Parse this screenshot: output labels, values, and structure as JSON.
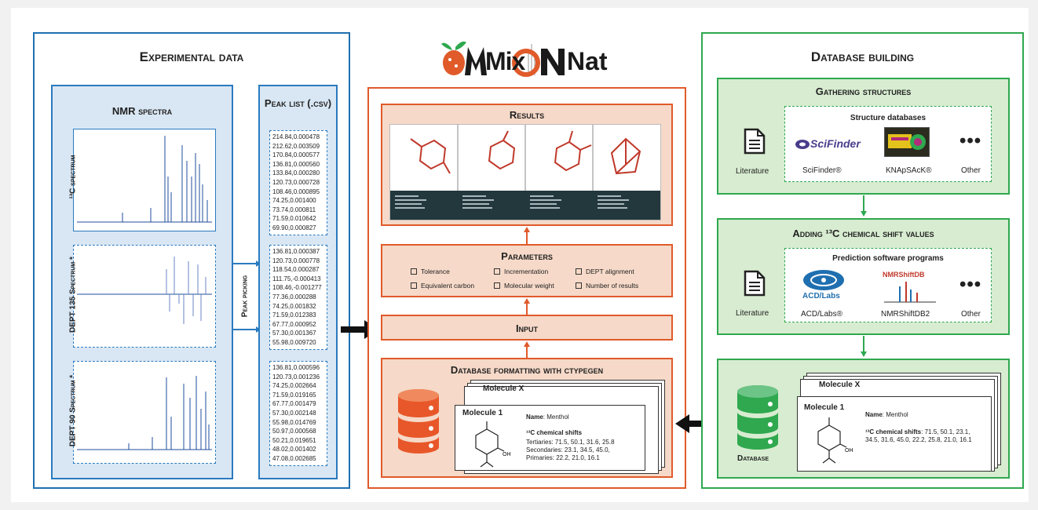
{
  "logo": {
    "text_left": "Mix",
    "text_mid": "O",
    "text_right": "Nat"
  },
  "experimental": {
    "title": "Experimental data",
    "nmr_title": "NMR spectra",
    "spectra": [
      "¹³C spectrum",
      "DEPT 135 Spectrum *",
      "DEPT 90 Spectrum *"
    ],
    "peak_picking": "Peak picking",
    "peak_list_title": "Peak list (.csv)",
    "peak_lists": [
      [
        "214.84,0.000478",
        "212.62,0.003509",
        "170.84,0.000577",
        "136.81,0.000560",
        "133.84,0.000280",
        "120.73,0.000728",
        "108.46,0.000895",
        "74.25,0.001400",
        "73.74,0.000811",
        "71.59,0.010642",
        "69.90,0.000827"
      ],
      [
        "136.81,0.000387",
        "120.73,0.000778",
        "118.54,0.000287",
        "111.75,-0.000413",
        "108.46,-0.001277",
        "77.36,0.000288",
        "74.25,0.001832",
        "71.59,0.012383",
        "67.77,0.000952",
        "57.30,0.001367",
        "55.98,0.009720"
      ],
      [
        "136.81,0.000596",
        "120.73,0.001236",
        "74.25,0.002664",
        "71.59,0.019165",
        "67.77,0.001479",
        "57.30,0.002148",
        "55.98,0.014769",
        "50.97,0.000568",
        "50.21,0.019651",
        "48.02,0.001402",
        "47.08,0.002685"
      ]
    ]
  },
  "middle": {
    "results_title": "Results",
    "parameters_title": "Parameters",
    "parameters": [
      "Tolerance",
      "Incrementation",
      "DEPT alignment",
      "Equivalent carbon",
      "Molecular weight",
      "Number of results"
    ],
    "input_title": "Input",
    "db_format_title": "Database formatting with ctypegen",
    "molecule_x": "Molecule X",
    "molecule_1": "Molecule 1",
    "name_label": "Name",
    "name_value": ": Menthol",
    "shifts_label": "¹³C chemical shifts",
    "tertiaries": "Tertiaries: 71.5, 50.1, 31.6, 25.8",
    "secondaries": "Secondaries: 23.1, 34.5, 45.0,",
    "primaries": "Primaries: 22.2, 21.0, 16.1"
  },
  "database": {
    "title": "Database building",
    "gathering_title": "Gathering structures",
    "structure_db_title": "Structure databases",
    "literature": "Literature",
    "scifinder": "SciFinder®",
    "scifinder_logo": "SciFinder",
    "knapsack": "KNApSAcK®",
    "other": "Other",
    "adding_title": "Adding ¹³C chemical shift values",
    "prediction_title": "Prediction software programs",
    "acd": "ACD/Labs®",
    "acd_logo": "ACD/Labs",
    "nmrshiftdb": "NMRShiftDB2",
    "nmrshiftdb_logo": "NMRShiftDB",
    "database_label": "Database",
    "molecule_x": "Molecule X",
    "molecule_1": "Molecule 1",
    "name_label": "Name",
    "name_value": ": Menthol",
    "shifts_label": "¹³C chemical shifts",
    "shifts_values": ": 71.5, 50.1, 23.1, 34.5, 31.6, 45.0, 22.2, 25.8, 21.0, 16.1"
  },
  "colors": {
    "blue": "#1f6fb0",
    "orange": "#e05a2a",
    "green": "#2fa84f"
  }
}
